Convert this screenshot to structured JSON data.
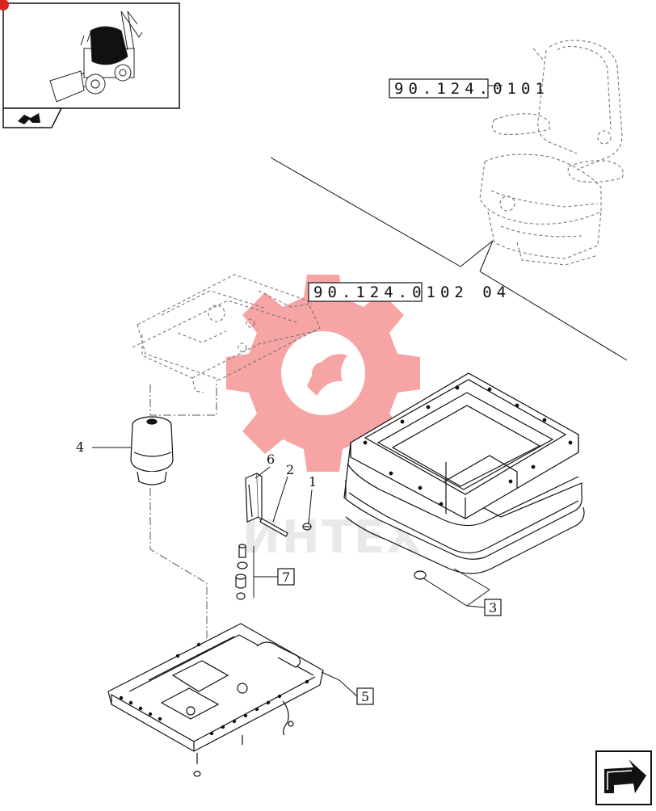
{
  "references": [
    {
      "text": "90.124.0101"
    },
    {
      "text": "90.124.0102  04"
    }
  ],
  "callouts": [
    {
      "label": "1",
      "boxed": false
    },
    {
      "label": "2",
      "boxed": false
    },
    {
      "label": "3",
      "boxed": true
    },
    {
      "label": "4",
      "boxed": false
    },
    {
      "label": "5",
      "boxed": true
    },
    {
      "label": "6",
      "boxed": false
    },
    {
      "label": "7",
      "boxed": true
    }
  ],
  "watermark": {
    "text": "ИНТЕХ",
    "color": "#f05a5a"
  },
  "icons": {
    "thumbnail": "backhoe-loader-thumbnail",
    "nav_prev": "page-back-arrow-icon",
    "nav_next": "next-page-arrow-icon"
  }
}
